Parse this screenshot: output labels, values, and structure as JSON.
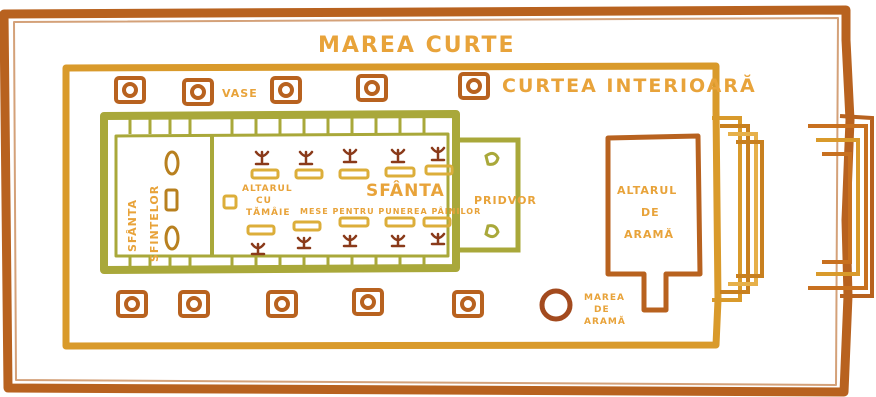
{
  "labels": {
    "great_court": "MAREA CURTE",
    "inner_court": "CURTEA INTERIOARĂ",
    "vessels": "VASE",
    "holy_of_holies_line1": "SFÂNTA",
    "holy_of_holies_line2": "SFINTELOR",
    "incense_altar_line1": "ALTARUL",
    "incense_altar_line2": "CU",
    "incense_altar_line3": "TĂMÂIE",
    "holy_place": "SFÂNTA",
    "showbread_tables": "MESE PENTRU PUNEREA PÂINILOR",
    "porch": "PRIDVOR",
    "bronze_altar_line1": "ALTARUL",
    "bronze_altar_line2": "DE",
    "bronze_altar_line3": "ARAMĂ",
    "bronze_sea_line1": "MAREA",
    "bronze_sea_line2": "DE",
    "bronze_sea_line3": "ARAMĂ"
  },
  "colors": {
    "outer_wall": "#b8621f",
    "inner_wall": "#d99a2b",
    "temple_wall": "#a9a83a",
    "label": "#e8a33a",
    "lampstand": "#8a3a1a",
    "table": "#dcae3a",
    "bronze_altar": "#b8621f",
    "vessel": "#b8621f",
    "sea": "#a34a1e"
  }
}
